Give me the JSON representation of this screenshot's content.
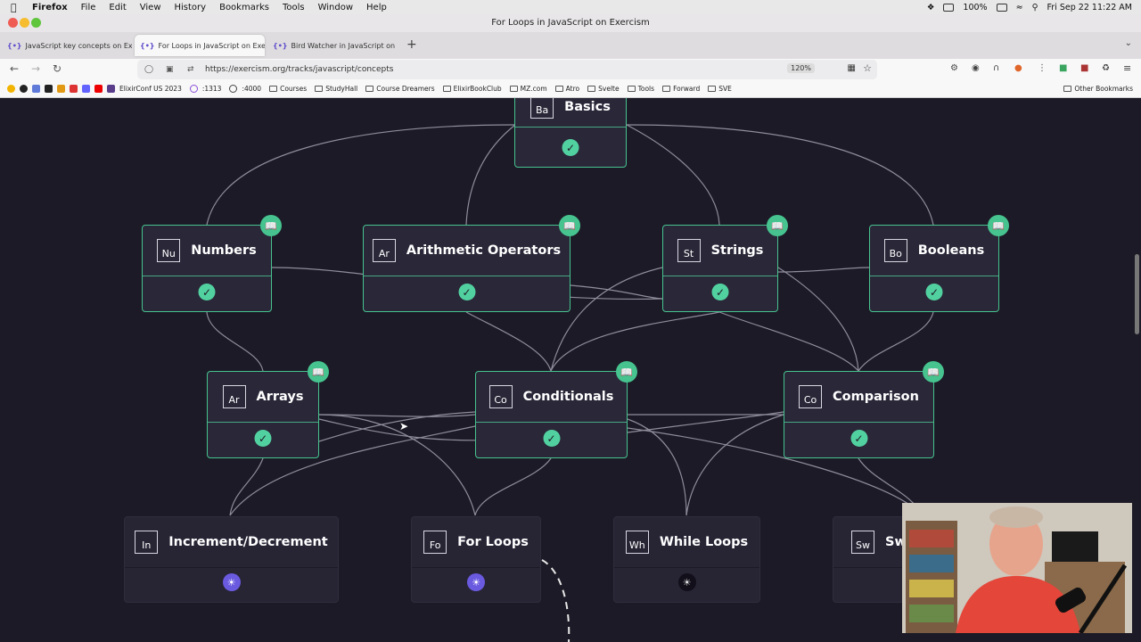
{
  "menubar": {
    "app": "Firefox",
    "items": [
      "File",
      "Edit",
      "View",
      "History",
      "Bookmarks",
      "Tools",
      "Window",
      "Help"
    ],
    "battery": "100%",
    "clock": "Fri Sep 22  11:22 AM"
  },
  "window": {
    "title": "For Loops in JavaScript on Exercism"
  },
  "tabs": [
    {
      "label": "JavaScript key concepts on Exerc"
    },
    {
      "label": "For Loops in JavaScript on Exerc"
    },
    {
      "label": "Bird Watcher in JavaScript on E"
    }
  ],
  "address": {
    "url": "https://exercism.org/tracks/javascript/concepts",
    "zoom": "120%"
  },
  "bookmarks": {
    "items": [
      "ElixirConf US 2023",
      ":1313",
      ":4000",
      "Courses",
      "StudyHall",
      "Course Dreamers",
      "ElixirBookClub",
      "MZ.com",
      "Atro",
      "Svelte",
      "Tools",
      "Forward",
      "SVE"
    ],
    "other": "Other Bookmarks"
  },
  "concepts": [
    {
      "abbr": "Ba",
      "label": "Basics"
    },
    {
      "abbr": "Nu",
      "label": "Numbers"
    },
    {
      "abbr": "Ar",
      "label": "Arithmetic Operators"
    },
    {
      "abbr": "St",
      "label": "Strings"
    },
    {
      "abbr": "Bo",
      "label": "Booleans"
    },
    {
      "abbr": "Ar",
      "label": "Arrays"
    },
    {
      "abbr": "Co",
      "label": "Conditionals"
    },
    {
      "abbr": "Co",
      "label": "Comparison"
    },
    {
      "abbr": "In",
      "label": "Increment/Decrement"
    },
    {
      "abbr": "Fo",
      "label": "For Loops"
    },
    {
      "abbr": "Wh",
      "label": "While Loops"
    },
    {
      "abbr": "Sw",
      "label": "Sw"
    }
  ],
  "colors": {
    "completed": "#46c38f",
    "available": "#6a5ae0",
    "background": "#1c1a26"
  }
}
